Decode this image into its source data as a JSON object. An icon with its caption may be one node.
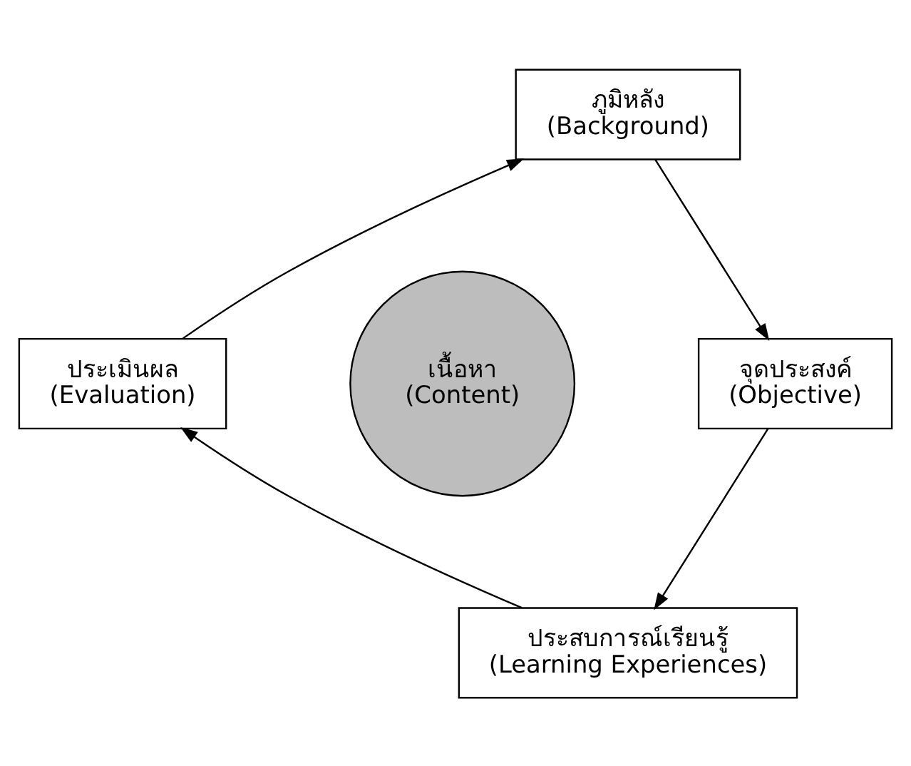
{
  "diagram": {
    "nodes": [
      {
        "text": [
          "ภูมิหลัง",
          "(Background)"
        ]
      },
      {
        "text": [
          "จุดประสงค์",
          "(Objective)"
        ]
      },
      {
        "text": [
          "ประสบการณ์เรียนรู้",
          "(Learning Experiences)"
        ]
      },
      {
        "text": [
          "ประเมินผล",
          "(Evaluation)"
        ]
      },
      {
        "text": [
          "เนื้อหา",
          "(Content)"
        ]
      }
    ],
    "edges": [
      {
        "from": 0,
        "to": 1,
        "arrow": "to"
      },
      {
        "from": 1,
        "to": 2,
        "arrow": "to"
      },
      {
        "from": 2,
        "to": 3,
        "arrow": "to"
      },
      {
        "from": 3,
        "to": 0,
        "arrow": "to"
      }
    ]
  }
}
